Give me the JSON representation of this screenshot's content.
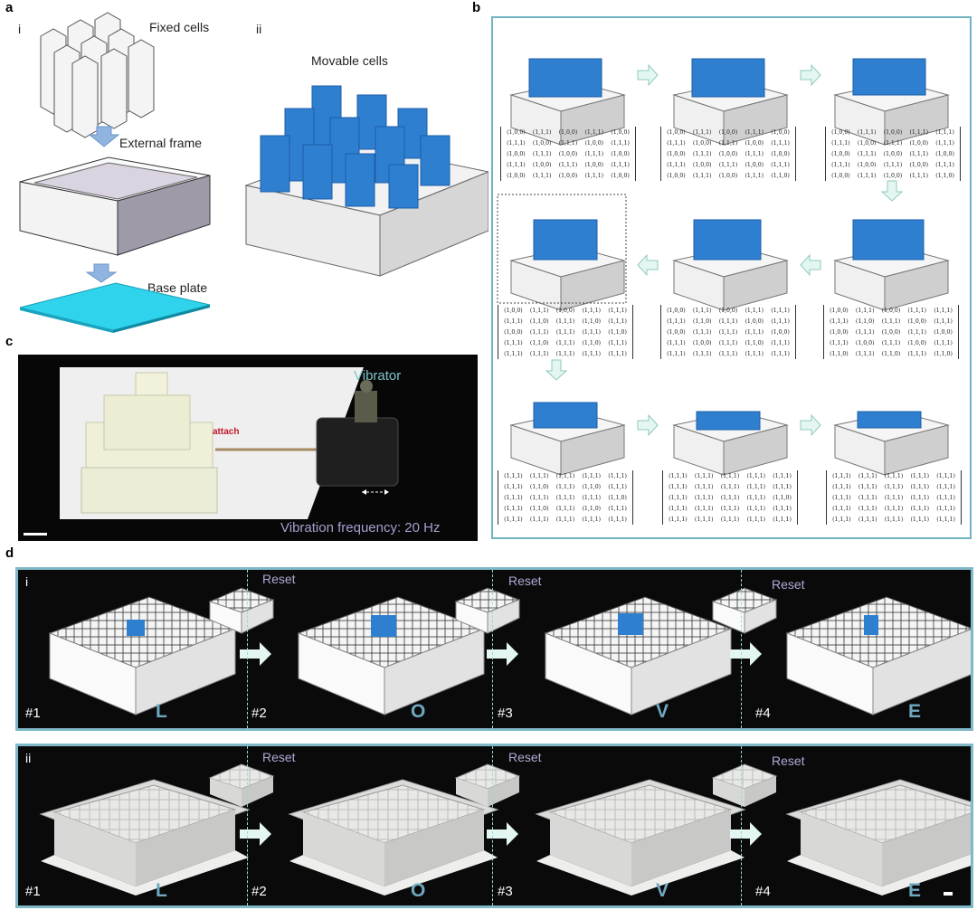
{
  "panel_a": {
    "letter": "a",
    "sub_i": "i",
    "sub_ii": "ii",
    "fixed_cells": "Fixed cells",
    "external_frame": "External frame",
    "base_plate": "Base plate",
    "movable_cells": "Movable cells"
  },
  "panel_b": {
    "letter": "b",
    "matrices": [
      [
        "(1,0,0)",
        "(1,1,1)",
        "(1,0,0)",
        "(1,1,1)",
        "(1,0,0)",
        "(1,1,1)",
        "(1,0,0)",
        "(1,1,1)",
        "(1,0,0)",
        "(1,1,1)",
        "(1,0,0)",
        "(1,1,1)",
        "(1,0,0)",
        "(1,1,1)",
        "(1,0,0)",
        "(1,1,1)",
        "(1,0,0)",
        "(1,1,1)",
        "(1,0,0)",
        "(1,1,1)",
        "(1,0,0)",
        "(1,1,1)",
        "(1,0,0)",
        "(1,1,1)",
        "(1,0,0)"
      ],
      [
        "(1,0,0)",
        "(1,1,1)",
        "(1,0,0)",
        "(1,1,1)",
        "(1,0,0)",
        "(1,1,1)",
        "(1,0,0)",
        "(1,1,1)",
        "(1,0,0)",
        "(1,1,1)",
        "(1,0,0)",
        "(1,1,1)",
        "(1,0,0)",
        "(1,1,1)",
        "(1,0,0)",
        "(1,1,1)",
        "(1,0,0)",
        "(1,1,1)",
        "(1,0,0)",
        "(1,1,1)",
        "(1,0,0)",
        "(1,1,1)",
        "(1,0,0)",
        "(1,1,1)",
        "(1,1,0)"
      ],
      [
        "(1,0,0)",
        "(1,1,1)",
        "(1,0,0)",
        "(1,1,1)",
        "(1,1,1)",
        "(1,1,1)",
        "(1,0,0)",
        "(1,1,1)",
        "(1,0,0)",
        "(1,1,1)",
        "(1,0,0)",
        "(1,1,1)",
        "(1,0,0)",
        "(1,1,1)",
        "(1,0,0)",
        "(1,1,1)",
        "(1,0,0)",
        "(1,1,1)",
        "(1,0,0)",
        "(1,1,1)",
        "(1,0,0)",
        "(1,1,1)",
        "(1,0,0)",
        "(1,1,1)",
        "(1,1,0)"
      ],
      [
        "(1,0,0)",
        "(1,1,1)",
        "(1,0,0)",
        "(1,1,1)",
        "(1,1,1)",
        "(1,1,1)",
        "(1,1,0)",
        "(1,1,1)",
        "(1,0,0)",
        "(1,1,1)",
        "(1,0,0)",
        "(1,1,1)",
        "(1,0,0)",
        "(1,1,1)",
        "(1,0,0)",
        "(1,1,1)",
        "(1,0,0)",
        "(1,1,1)",
        "(1,0,0)",
        "(1,1,1)",
        "(1,1,0)",
        "(1,1,1)",
        "(1,1,0)",
        "(1,1,1)",
        "(1,1,0)"
      ],
      [
        "(1,0,0)",
        "(1,1,1)",
        "(1,0,0)",
        "(1,1,1)",
        "(1,1,1)",
        "(1,1,1)",
        "(1,1,0)",
        "(1,1,1)",
        "(1,0,0)",
        "(1,1,1)",
        "(1,0,0)",
        "(1,1,1)",
        "(1,1,1)",
        "(1,1,1)",
        "(1,0,0)",
        "(1,1,1)",
        "(1,0,0)",
        "(1,1,1)",
        "(1,1,0)",
        "(1,1,1)",
        "(1,1,1)",
        "(1,1,1)",
        "(1,1,1)",
        "(1,1,1)",
        "(1,1,1)"
      ],
      [
        "(1,0,0)",
        "(1,1,1)",
        "(1,0,0)",
        "(1,1,1)",
        "(1,1,1)",
        "(1,1,1)",
        "(1,1,0)",
        "(1,1,1)",
        "(1,1,0)",
        "(1,1,1)",
        "(1,0,0)",
        "(1,1,1)",
        "(1,1,1)",
        "(1,1,1)",
        "(1,1,0)",
        "(1,1,1)",
        "(1,1,0)",
        "(1,1,1)",
        "(1,1,0)",
        "(1,1,1)",
        "(1,1,1)",
        "(1,1,1)",
        "(1,1,1)",
        "(1,1,1)",
        "(1,1,1)"
      ],
      [
        "(1,1,1)",
        "(1,1,1)",
        "(1,1,1)",
        "(1,1,1)",
        "(1,1,1)",
        "(1,1,1)",
        "(1,1,0)",
        "(1,1,1)",
        "(1,1,0)",
        "(1,1,1)",
        "(1,1,1)",
        "(1,1,1)",
        "(1,1,1)",
        "(1,1,1)",
        "(1,1,0)",
        "(1,1,1)",
        "(1,1,0)",
        "(1,1,1)",
        "(1,1,0)",
        "(1,1,1)",
        "(1,1,1)",
        "(1,1,1)",
        "(1,1,1)",
        "(1,1,1)",
        "(1,1,1)"
      ],
      [
        "(1,1,1)",
        "(1,1,1)",
        "(1,1,1)",
        "(1,1,1)",
        "(1,1,1)",
        "(1,1,1)",
        "(1,1,1)",
        "(1,1,1)",
        "(1,1,1)",
        "(1,1,1)",
        "(1,1,1)",
        "(1,1,1)",
        "(1,1,1)",
        "(1,1,1)",
        "(1,1,0)",
        "(1,1,1)",
        "(1,1,1)",
        "(1,1,1)",
        "(1,1,1)",
        "(1,1,1)",
        "(1,1,1)",
        "(1,1,1)",
        "(1,1,1)",
        "(1,1,1)",
        "(1,1,1)"
      ],
      [
        "(1,1,1)",
        "(1,1,1)",
        "(1,1,1)",
        "(1,1,1)",
        "(1,1,1)",
        "(1,1,1)",
        "(1,1,1)",
        "(1,1,1)",
        "(1,1,1)",
        "(1,1,1)",
        "(1,1,1)",
        "(1,1,1)",
        "(1,1,1)",
        "(1,1,1)",
        "(1,1,1)",
        "(1,1,1)",
        "(1,1,1)",
        "(1,1,1)",
        "(1,1,1)",
        "(1,1,1)",
        "(1,1,1)",
        "(1,1,1)",
        "(1,1,1)",
        "(1,1,1)",
        "(1,1,1)"
      ]
    ]
  },
  "panel_c": {
    "letter": "c",
    "vibrator": "Vibrator",
    "attach": "attach",
    "frequency": "Vibration frequency: 20 Hz"
  },
  "panel_d": {
    "letter": "d",
    "row_i": {
      "sub": "i",
      "reset": "Reset",
      "steps": [
        "#1",
        "#2",
        "#3",
        "#4"
      ],
      "letters": [
        "L",
        "O",
        "V",
        "E"
      ]
    },
    "row_ii": {
      "sub": "ii",
      "reset": "Reset",
      "steps": [
        "#1",
        "#2",
        "#3",
        "#4"
      ],
      "letters": [
        "L",
        "O",
        "V",
        "E"
      ]
    }
  },
  "colors": {
    "cell_blue": "#2f7fd1",
    "frame_teal": "#6fb4c2",
    "arrow_mint": "#e4f6f2",
    "plate_cyan": "#34d6ee",
    "letter_blue": "#6fa8c0",
    "reset_lavender": "#b2a9d6"
  }
}
